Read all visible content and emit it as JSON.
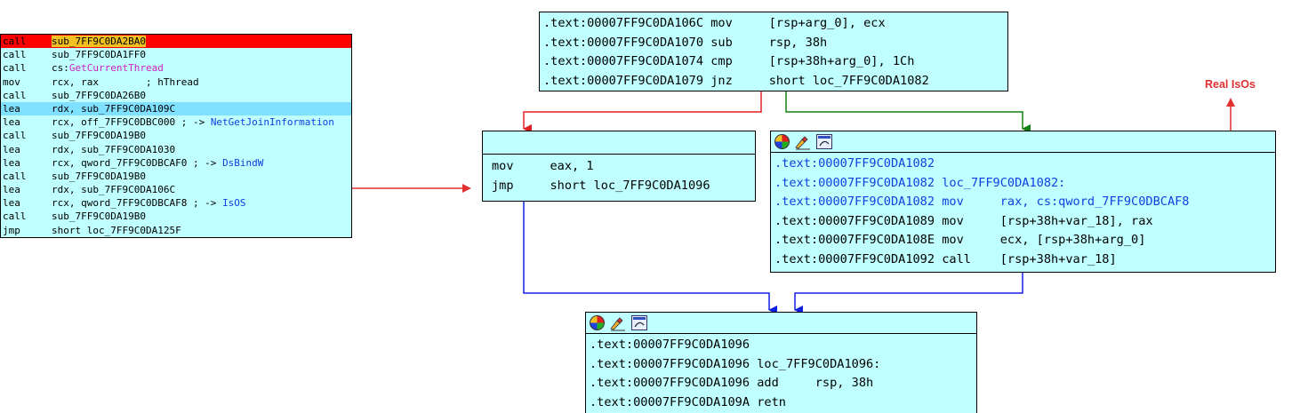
{
  "listing": {
    "rows": [
      {
        "mnem": "call",
        "pre": "",
        "target": "sub_7FF9C0DA2BA0",
        "post": "",
        "style": "red"
      },
      {
        "mnem": "call",
        "pre": "sub_7FF9C0DA1FF0",
        "target": "",
        "post": "",
        "style": ""
      },
      {
        "mnem": "call",
        "pre": "cs:",
        "target": "GetCurrentThread",
        "post": "",
        "style": "mag"
      },
      {
        "mnem": "mov",
        "pre": "rcx, rax        ; hThread",
        "target": "",
        "post": "",
        "style": ""
      },
      {
        "mnem": "call",
        "pre": "sub_7FF9C0DA26B0",
        "target": "",
        "post": "",
        "style": ""
      },
      {
        "mnem": "lea",
        "pre": "rdx, sub_7FF9C0DA109C",
        "target": "",
        "post": "",
        "style": "hl"
      },
      {
        "mnem": "lea",
        "pre": "rcx, off_7FF9C0DBC000 ; -> ",
        "target": "NetGetJoinInformation",
        "post": "",
        "style": ""
      },
      {
        "mnem": "call",
        "pre": "sub_7FF9C0DA19B0",
        "target": "",
        "post": "",
        "style": ""
      },
      {
        "mnem": "lea",
        "pre": "rdx, sub_7FF9C0DA1030",
        "target": "",
        "post": "",
        "style": ""
      },
      {
        "mnem": "lea",
        "pre": "rcx, qword_7FF9C0DBCAF0 ; -> ",
        "target": "DsBindW",
        "post": "",
        "style": ""
      },
      {
        "mnem": "call",
        "pre": "sub_7FF9C0DA19B0",
        "target": "",
        "post": "",
        "style": ""
      },
      {
        "mnem": "lea",
        "pre": "rdx, sub_7FF9C0DA106C",
        "target": "",
        "post": "",
        "style": ""
      },
      {
        "mnem": "lea",
        "pre": "rcx, qword_7FF9C0DBCAF8 ; -> ",
        "target": "IsOS",
        "post": "",
        "style": ""
      },
      {
        "mnem": "call",
        "pre": "sub_7FF9C0DA19B0",
        "target": "",
        "post": "",
        "style": ""
      },
      {
        "mnem": "jmp",
        "pre": "short loc_7FF9C0DA125F",
        "target": "",
        "post": "",
        "style": ""
      }
    ]
  },
  "nodes": {
    "entry": [
      ".text:00007FF9C0DA106C mov     [rsp+arg_0], ecx",
      ".text:00007FF9C0DA1070 sub     rsp, 38h",
      ".text:00007FF9C0DA1074 cmp     [rsp+38h+arg_0], 1Ch",
      ".text:00007FF9C0DA1079 jnz     short loc_7FF9C0DA1082"
    ],
    "fake": [
      "mov     eax, 1",
      "jmp     short loc_7FF9C0DA1096"
    ],
    "real": [
      ".text:00007FF9C0DA1082",
      ".text:00007FF9C0DA1082 loc_7FF9C0DA1082:",
      ".text:00007FF9C0DA1082 mov     rax, cs:qword_7FF9C0DBCAF8",
      ".text:00007FF9C0DA1089 mov     [rsp+38h+var_18], rax",
      ".text:00007FF9C0DA108E mov     ecx, [rsp+38h+arg_0]",
      ".text:00007FF9C0DA1092 call    [rsp+38h+var_18]"
    ],
    "exit": [
      ".text:00007FF9C0DA1096",
      ".text:00007FF9C0DA1096 loc_7FF9C0DA1096:",
      ".text:00007FF9C0DA1096 add     rsp, 38h",
      ".text:00007FF9C0DA109A retn"
    ]
  },
  "annotation": {
    "label": "Real IsOs"
  },
  "colors": {
    "node_bg": "#c0ffff",
    "edge_false": "#e02020",
    "edge_true": "#108010",
    "edge_jump": "#1020e0",
    "arrow_annot": "#e03030"
  }
}
